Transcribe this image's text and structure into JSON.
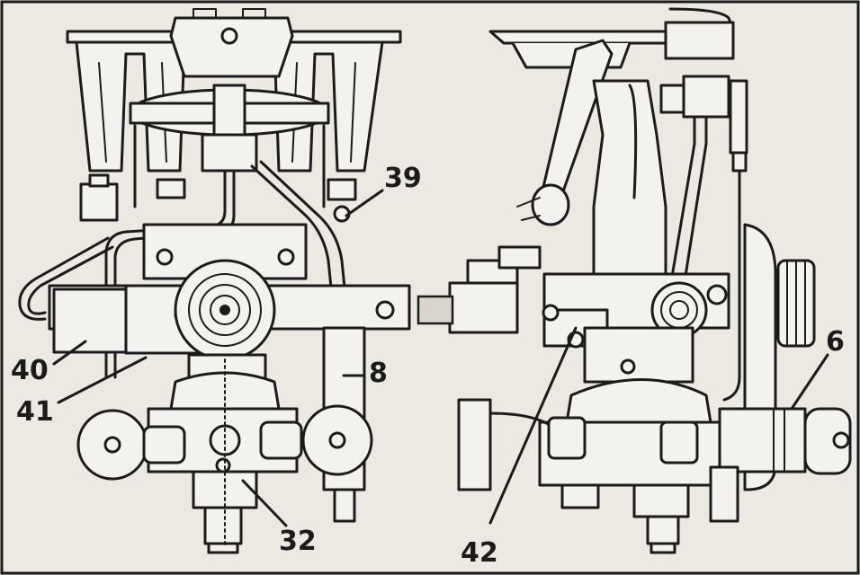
{
  "figure": {
    "left_view": {
      "callouts": [
        {
          "id": "39",
          "label": "39"
        },
        {
          "id": "40",
          "label": "40"
        },
        {
          "id": "41",
          "label": "41"
        },
        {
          "id": "8",
          "label": "8"
        },
        {
          "id": "32",
          "label": "32"
        }
      ]
    },
    "right_view": {
      "callouts": [
        {
          "id": "6",
          "label": "6"
        },
        {
          "id": "42",
          "label": "42"
        }
      ]
    }
  }
}
